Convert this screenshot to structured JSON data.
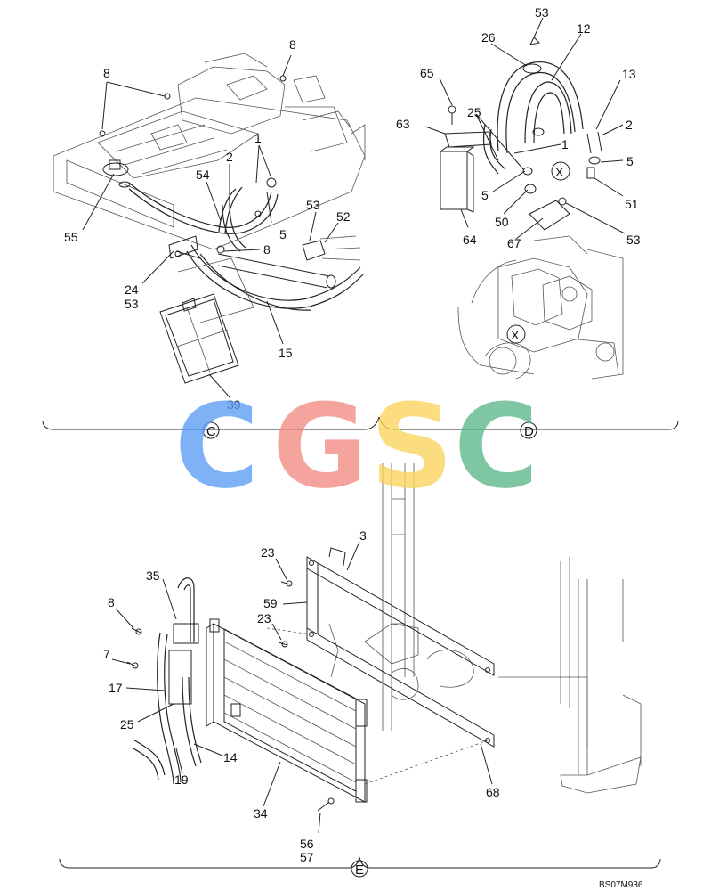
{
  "title": "",
  "watermark": {
    "letters": [
      "C",
      "G",
      "S",
      "C"
    ],
    "colors": [
      "#5b9cf4",
      "#f28b82",
      "#fbd35a",
      "#5cb88a"
    ]
  },
  "sections": [
    {
      "id": "C",
      "label": "C"
    },
    {
      "id": "D",
      "label": "D"
    },
    {
      "id": "E",
      "label": "E"
    }
  ],
  "view_markers": [
    "X",
    "X"
  ],
  "callouts": {
    "c_8a": "8",
    "c_8b": "8",
    "c_1a": "1",
    "c_2a": "2",
    "c_54": "54",
    "c_55": "55",
    "c_5a": "5",
    "c_8c": "8",
    "c_53a": "53",
    "c_52": "52",
    "c_24": "24",
    "c_53b": "53",
    "c_15": "15",
    "c_39": "39",
    "c_53c": "53",
    "c_26": "26",
    "c_12": "12",
    "c_65": "65",
    "c_13": "13",
    "c_25a": "25",
    "c_63": "63",
    "c_1b": "1",
    "c_2b": "2",
    "c_5b": "5",
    "c_5c": "5",
    "c_51": "51",
    "c_50": "50",
    "c_53d": "53",
    "c_67": "67",
    "c_64": "64",
    "c_3": "3",
    "c_23a": "23",
    "c_59": "59",
    "c_23b": "23",
    "c_35": "35",
    "c_8d": "8",
    "c_7": "7",
    "c_17": "17",
    "c_25b": "25",
    "c_14": "14",
    "c_19": "19",
    "c_34": "34",
    "c_56": "56",
    "c_57": "57",
    "c_68": "68"
  },
  "drawing_code": "BS07M936"
}
